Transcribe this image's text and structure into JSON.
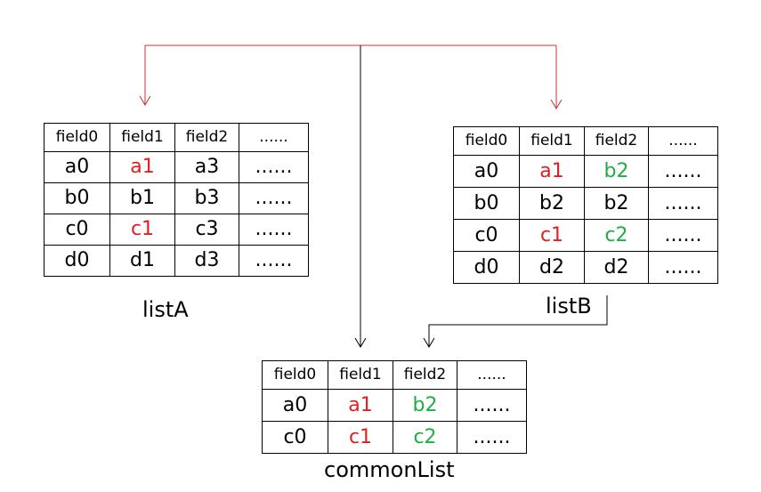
{
  "listA": {
    "caption": "listA",
    "headers": [
      "field0",
      "field1",
      "field2",
      "......"
    ],
    "rows": [
      [
        "a0",
        "a1",
        "a3",
        "......"
      ],
      [
        "b0",
        "b1",
        "b3",
        "......"
      ],
      [
        "c0",
        "c1",
        "c3",
        "......"
      ],
      [
        "d0",
        "d1",
        "d3",
        "......"
      ]
    ]
  },
  "listB": {
    "caption": "listB",
    "headers": [
      "field0",
      "field1",
      "field2",
      "......"
    ],
    "rows": [
      [
        "a0",
        "a1",
        "b2",
        "......"
      ],
      [
        "b0",
        "b2",
        "b2",
        "......"
      ],
      [
        "c0",
        "c1",
        "c2",
        "......"
      ],
      [
        "d0",
        "d2",
        "d2",
        "......"
      ]
    ]
  },
  "commonList": {
    "caption": "commonList",
    "headers": [
      "field0",
      "field1",
      "field2",
      "......"
    ],
    "rows": [
      [
        "a0",
        "a1",
        "b2",
        "......"
      ],
      [
        "c0",
        "c1",
        "c2",
        "......"
      ]
    ]
  },
  "colors": {
    "red": "#e02020",
    "green": "#1fae45",
    "connector_red": "#d03030",
    "connector_black": "#000000"
  }
}
